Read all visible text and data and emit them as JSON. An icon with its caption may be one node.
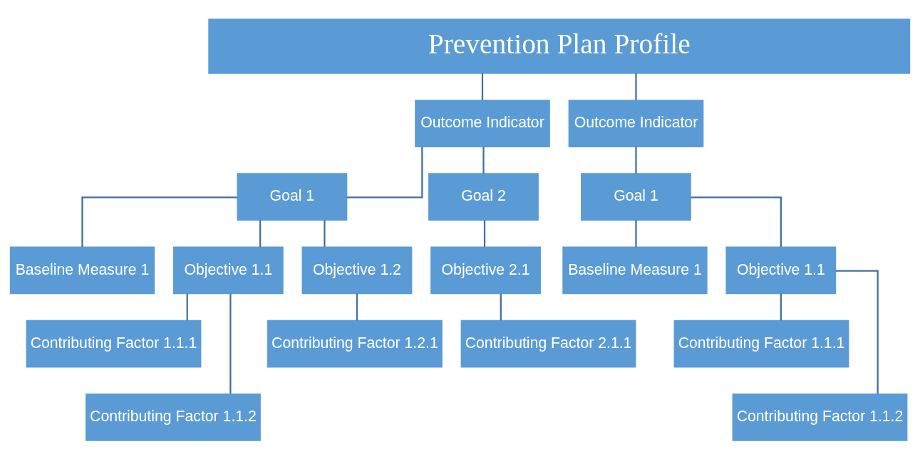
{
  "diagram": {
    "nodes": [
      {
        "text": [
          "Prevention Plan Profile"
        ]
      },
      {
        "text": [
          "Outcome Indicator"
        ]
      },
      {
        "text": [
          "Outcome Indicator"
        ]
      },
      {
        "text": [
          "Goal 1"
        ]
      },
      {
        "text": [
          "Goal 2"
        ]
      },
      {
        "text": [
          "Goal 1"
        ]
      },
      {
        "text": [
          "Baseline Measure 1"
        ]
      },
      {
        "text": [
          "Objective 1.1"
        ]
      },
      {
        "text": [
          "Objective 1.2"
        ]
      },
      {
        "text": [
          "Objective 2.1"
        ]
      },
      {
        "text": [
          "Baseline Measure 1"
        ]
      },
      {
        "text": [
          "Objective 1.1"
        ]
      },
      {
        "text": [
          "Contributing Factor 1.1.1"
        ]
      },
      {
        "text": [
          "Contributing Factor 1.1.2"
        ]
      },
      {
        "text": [
          "Contributing Factor 1.2.1"
        ]
      },
      {
        "text": [
          "Contributing Factor 2.1.1"
        ]
      },
      {
        "text": [
          "Contributing Factor 1.1.1"
        ]
      },
      {
        "text": [
          "Contributing Factor 1.1.2"
        ]
      }
    ],
    "edges": [
      {
        "from": 0,
        "to": 1,
        "arrow": "none"
      },
      {
        "from": 0,
        "to": 2,
        "arrow": "none"
      },
      {
        "from": 1,
        "to": 3,
        "arrow": "none"
      },
      {
        "from": 1,
        "to": 4,
        "arrow": "none"
      },
      {
        "from": 2,
        "to": 5,
        "arrow": "none"
      },
      {
        "from": 3,
        "to": 6,
        "arrow": "none"
      },
      {
        "from": 3,
        "to": 7,
        "arrow": "none"
      },
      {
        "from": 3,
        "to": 8,
        "arrow": "none"
      },
      {
        "from": 4,
        "to": 9,
        "arrow": "none"
      },
      {
        "from": 5,
        "to": 10,
        "arrow": "none"
      },
      {
        "from": 5,
        "to": 11,
        "arrow": "none"
      },
      {
        "from": 7,
        "to": 12,
        "arrow": "none"
      },
      {
        "from": 7,
        "to": 13,
        "arrow": "none"
      },
      {
        "from": 8,
        "to": 14,
        "arrow": "none"
      },
      {
        "from": 9,
        "to": 15,
        "arrow": "none"
      },
      {
        "from": 11,
        "to": 16,
        "arrow": "none"
      },
      {
        "from": 11,
        "to": 17,
        "arrow": "none"
      }
    ]
  }
}
